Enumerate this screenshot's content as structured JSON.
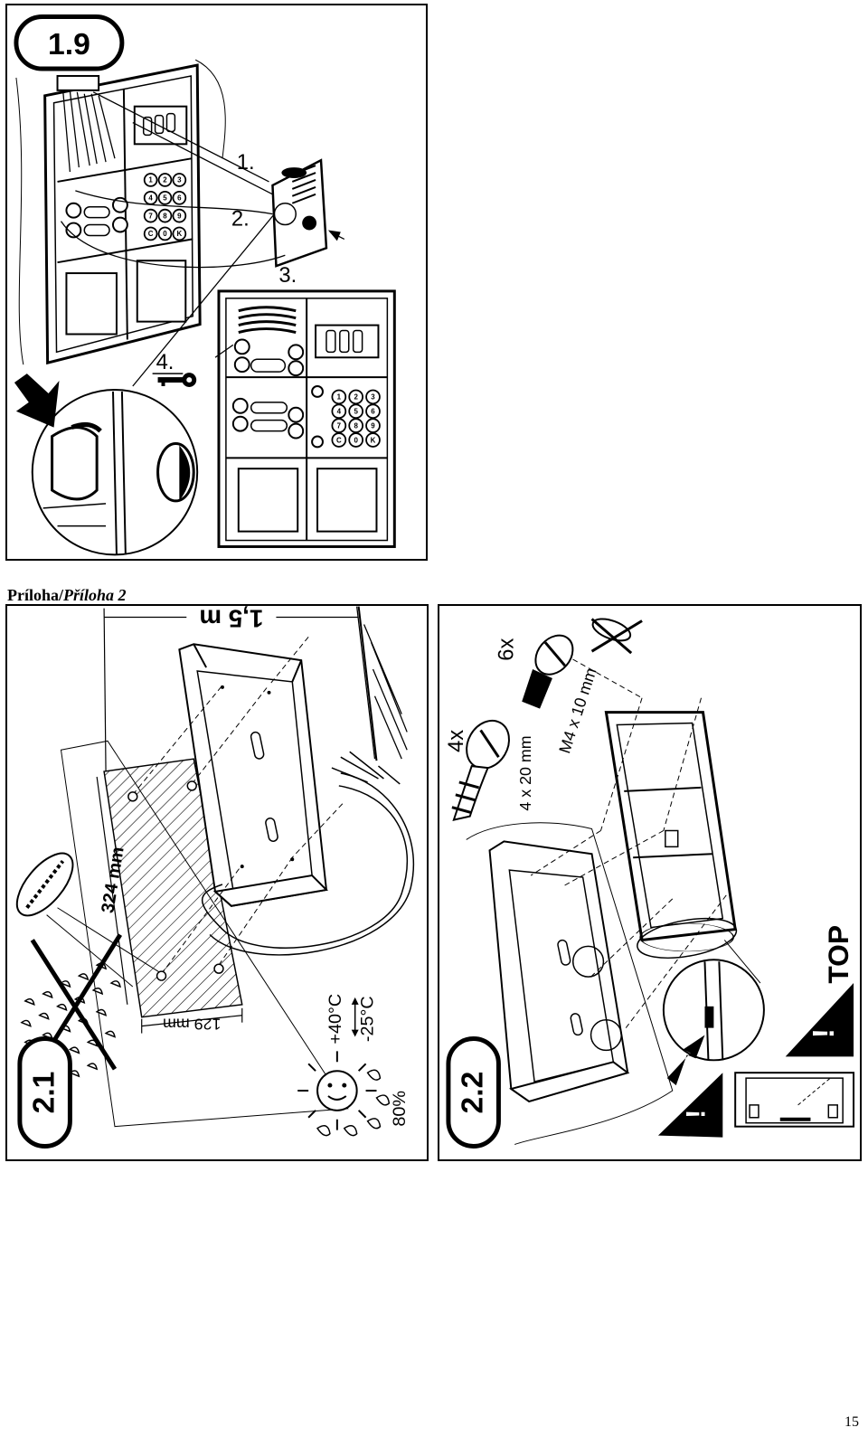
{
  "caption": {
    "main": "Príloha/",
    "italic": "Příloha 2"
  },
  "page_number": "15",
  "figure_1_9": {
    "badge": "1.9",
    "steps": [
      "1.",
      "2.",
      "3.",
      "4."
    ],
    "keypad_keys": [
      "1",
      "2",
      "3",
      "4",
      "5",
      "6",
      "7",
      "8",
      "9",
      "C",
      "0",
      "K"
    ]
  },
  "figure_2_1": {
    "badge": "2.1",
    "height_label": "1,5 m",
    "height_dim_label": "324 mm",
    "width_dim_label": "129 mm",
    "temp_high": "+40°C",
    "temp_low": "-25°C",
    "humidity": "80%"
  },
  "figure_2_2": {
    "badge": "2.2",
    "screw_count_small": "6x",
    "screw_count_large": "4x",
    "screw_size_large": "4 x 20 mm",
    "screw_size_small": "M4 x 10 mm",
    "top_label": "TOP",
    "warning_mark": "!"
  }
}
